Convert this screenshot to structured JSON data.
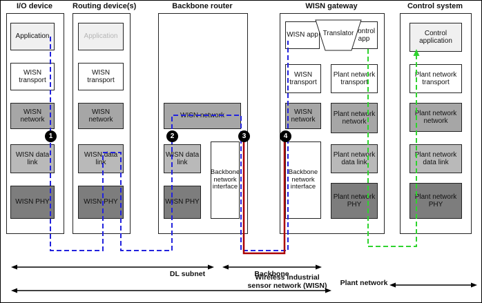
{
  "io_device": {
    "title": "I/O device",
    "application": "Application",
    "transport": "WISN transport",
    "network": "WISN network",
    "data_link": "WISN data link",
    "phy": "WISN PHY"
  },
  "routing_device": {
    "title": "Routing device(s)",
    "application": "Application",
    "transport": "WISN transport",
    "network": "WISN network",
    "data_link": "WISN data link",
    "phy": "WISN PHY"
  },
  "backbone_router": {
    "title": "Backbone router",
    "network": "WISN network",
    "data_link": "WISN data link",
    "phy": "WISN PHY",
    "interface": "Backbone network interface"
  },
  "wisn_gateway": {
    "title": "WISN gateway",
    "wisn_app": "WISN app",
    "translator": "Translator",
    "control_app": "Control app",
    "wisn_transport": "WISN transport",
    "wisn_network": "WISN network",
    "backbone_interface": "Backbone network interface",
    "plant_transport": "Plant network transport",
    "plant_network": "Plant network network",
    "plant_data_link": "Plant network data link",
    "plant_phy": "Plant network PHY"
  },
  "control_system": {
    "title": "Control system",
    "application": "Control application",
    "transport": "Plant network transport",
    "network": "Plant network network",
    "data_link": "Plant network data link",
    "phy": "Plant network PHY"
  },
  "markers": {
    "m1": "1",
    "m2": "2",
    "m3": "3",
    "m4": "4"
  },
  "legend": {
    "dl_subnet": "DL subnet",
    "backbone": "Backbone",
    "wisn_line1": "Wireless industrial",
    "wisn_line2": "sensor network (WISN)",
    "plant_network": "Plant network"
  },
  "colors": {
    "wisn_path": "#2222dd",
    "backbone_path": "#aa0000",
    "plant_path": "#2ed32e",
    "layer_gray": "#a6a6a6",
    "layer_gray_light": "#b9b9b9",
    "layer_dark": "#7d7d7d",
    "layer_lighter": "#f0f0f0"
  }
}
